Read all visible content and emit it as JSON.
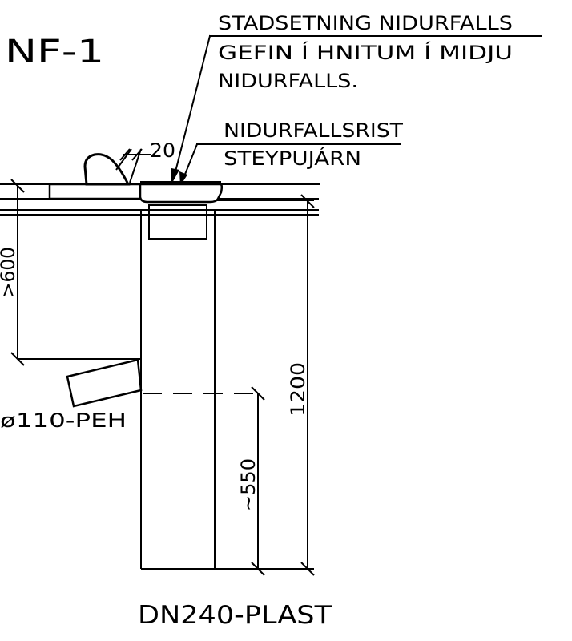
{
  "drawing": {
    "title": "NF-1",
    "note_location": [
      "STADSETNING NIDURFALLS",
      "GEFIN Í HNITUM Í MIDJU",
      "NIDURFALLS."
    ],
    "note_grate": [
      "NIDURFALLSRIST",
      "STEYPUJÁRN"
    ],
    "dim_top": "20",
    "dim_depth_min": ">600",
    "dim_shaft_height": "1200",
    "dim_outlet_depth": "~550",
    "pipe_label": "ø110-PEH",
    "shaft_label": "DN240-PLAST"
  },
  "colors": {
    "line": "#000000",
    "background": "#ffffff"
  }
}
